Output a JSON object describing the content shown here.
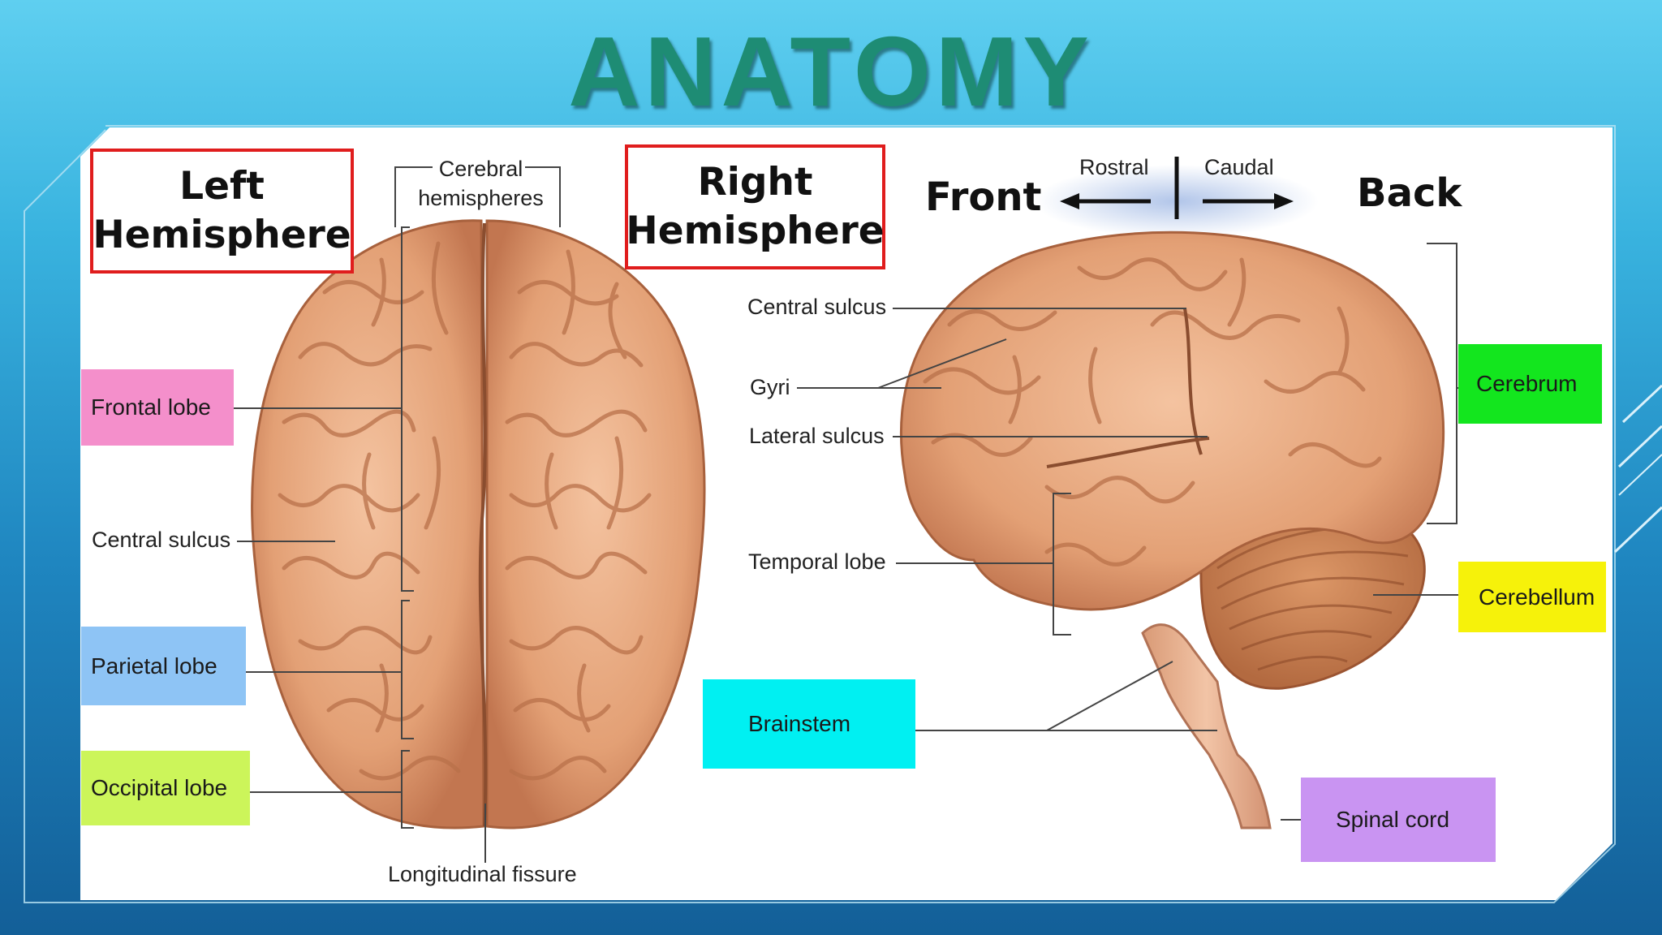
{
  "title": "ANATOMY",
  "left_panel": {
    "heading": "Left Hemisphere",
    "top_label": "Cerebral hemispheres",
    "bottom_label": "Longitudinal fissure",
    "side_labels": [
      "Frontal lobe",
      "Central sulcus",
      "Parietal lobe",
      "Occipital lobe"
    ]
  },
  "right_panel": {
    "heading": "Right Hemisphere",
    "front": "Front",
    "back": "Back",
    "rostral": "Rostral",
    "caudal": "Caudal",
    "left_labels": [
      "Central sulcus",
      "Gyri",
      "Lateral sulcus",
      "Temporal lobe",
      "Brainstem"
    ],
    "right_labels": [
      "Cerebrum",
      "Cerebellum",
      "Spinal cord"
    ]
  },
  "colors": {
    "title": "#1e8c74",
    "frontal": "#f48fcb",
    "parietal": "#8ec4f5",
    "occipital": "#ccf55a",
    "brainstem": "#00f0f2",
    "cerebrum": "#13e61e",
    "cerebellum": "#f6f20a",
    "spinal_cord": "#c994f2",
    "hemisphere_border": "#e01d1d",
    "brain": "#e6a57a"
  }
}
